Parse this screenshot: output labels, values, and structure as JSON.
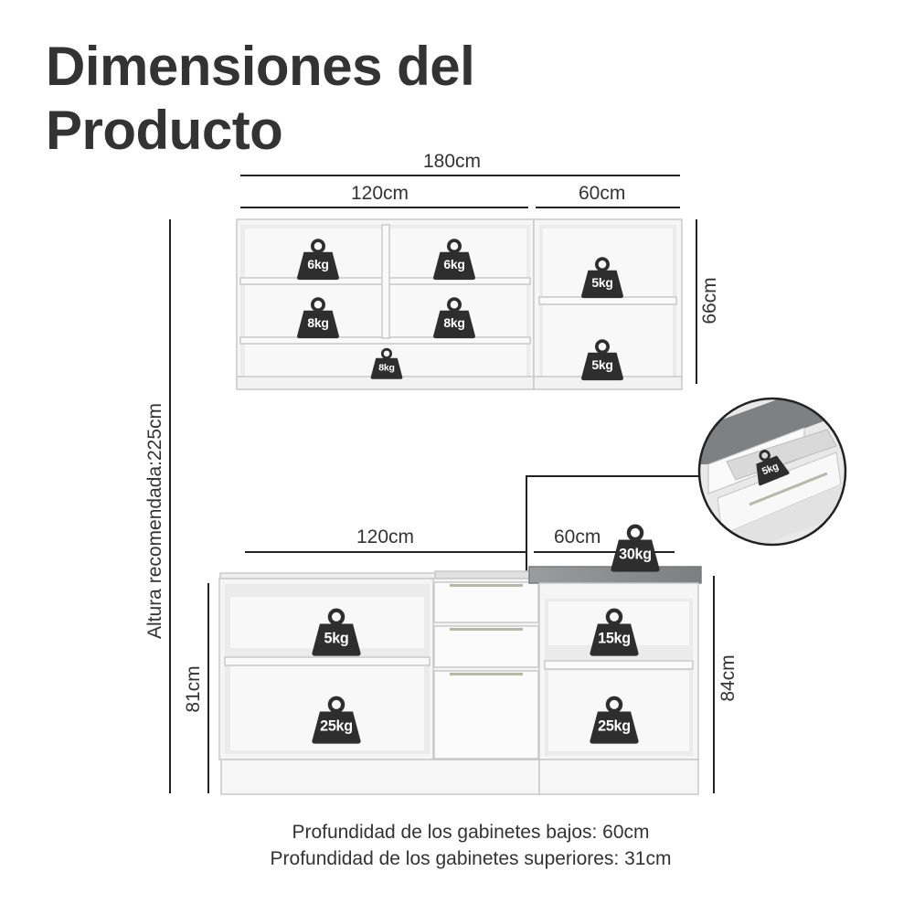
{
  "title": {
    "line1": "Dimensiones del",
    "line2": "Producto"
  },
  "dimensions": {
    "upper_total_width": "180cm",
    "upper_left_width": "120cm",
    "upper_right_width": "60cm",
    "upper_height": "66cm",
    "recommended_height": "Altura recomendada:225cm",
    "lower_left_width": "120cm",
    "lower_right_width": "60cm",
    "lower_left_height": "81cm",
    "lower_right_height": "84cm"
  },
  "upper_cabinet": {
    "shelf_loads": [
      "6kg",
      "6kg",
      "8kg",
      "8kg",
      "8kg",
      "5kg",
      "5kg"
    ]
  },
  "lower_cabinet": {
    "countertop_load": "30kg",
    "shelf_loads": [
      "5kg",
      "25kg",
      "15kg",
      "25kg"
    ]
  },
  "drawer_detail": {
    "drawer_load": "5kg"
  },
  "notes": {
    "lower_depth": "Profundidad de los gabinetes bajos: 60cm",
    "upper_depth": "Profundidad de los gabinetes superiores: 31cm"
  },
  "colors": {
    "text": "#333333",
    "weight_icon": "#2e2e2e",
    "cabinet_white": "#f4f4f4",
    "cabinet_edge": "#cfcfcf",
    "countertop": "#8a8c8e"
  }
}
